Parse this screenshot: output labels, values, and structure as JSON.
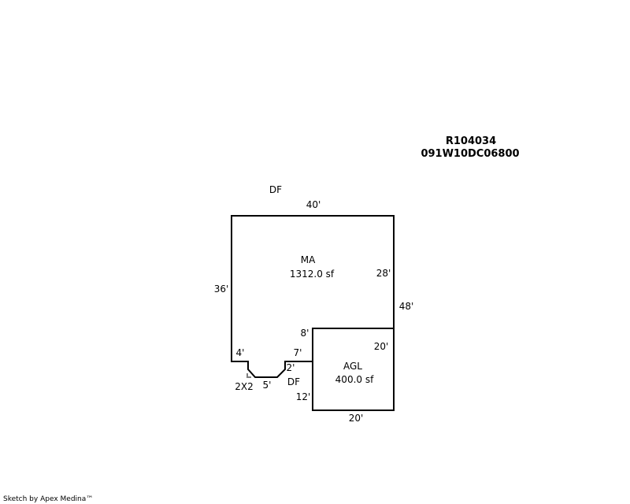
{
  "parcel": {
    "account": "R104034",
    "map_number": "091W10DC06800"
  },
  "main_area": {
    "code": "MA",
    "area": "1312.0 sf",
    "dims": {
      "top": "40'",
      "left": "36'",
      "right_upper": "28'",
      "notch_left": "4'",
      "notch_bottom": "5'",
      "notch_right": "2'",
      "ledge": "7'",
      "step": "8'"
    }
  },
  "garage": {
    "code": "AGL",
    "area": "400.0 sf",
    "dims": {
      "right": "20'",
      "bottom": "20'",
      "left": "12'"
    }
  },
  "overall": {
    "right_total": "48'"
  },
  "other_labels": {
    "df_top": "DF",
    "df_notch": "DF",
    "bay": "2X2"
  },
  "credit": "Sketch by Apex Medina™"
}
